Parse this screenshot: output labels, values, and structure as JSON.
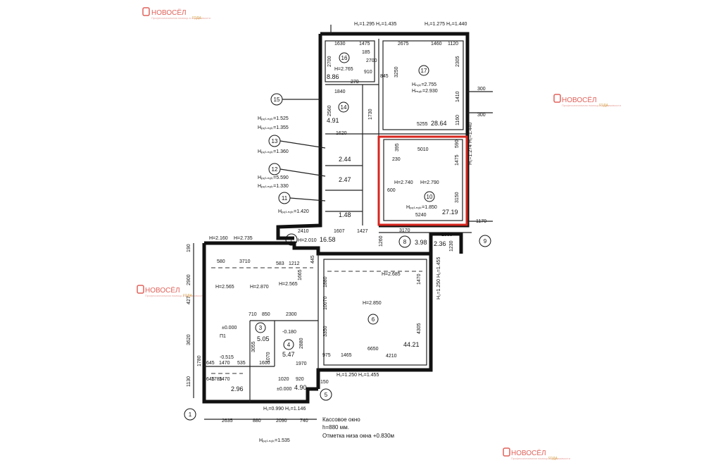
{
  "watermark": {
    "brand": "НОВОСЁЛ",
    "subtitle": "Профессиональная помощь в недвижимости",
    "year_tag": "ГОДА"
  },
  "axes": [
    "1",
    "5",
    "7",
    "8",
    "9",
    "11",
    "12",
    "13",
    "14",
    "15"
  ],
  "rooms": {
    "r3": "3",
    "r4": "4",
    "r6": "6",
    "r10": "10",
    "r16": "16",
    "r17": "17",
    "area3": "5.05",
    "area4": "5.47",
    "area6": "44.21",
    "area10": "27.19",
    "area17": "28.64",
    "area16": "8.86",
    "area14": "4.91",
    "area13": "2.44",
    "area12": "2.47",
    "area11": "1.48",
    "area7": "16.58",
    "area8": "3.98",
    "area9": "2.36",
    "area1": "2.96",
    "area5": "4.90"
  },
  "heights": {
    "top_left": "H₁=1.295 H₂=1.435",
    "top_right": "H₁=1.275 H₂=1.440",
    "r16": "H=2.765",
    "r17a": "Hₙₒₖ=2.755",
    "r17b": "Hₘₐₖ=2.930",
    "r10a": "H=2.740",
    "r10b": "H=2.790",
    "r10c": "Hₚₑₗ.ₙₒₖ=1.850",
    "right_win": "H₁=1.274 H₂=1.440",
    "h1525": "Hₚₑₗ.ₙₒₖ=1.525",
    "h1355": "Hₚₑₗ.ₙₒₖ=1.355",
    "h1360": "Hₚₑₗ.ₙₒₖ=1.360",
    "h5590": "Hₚₑₗ.ₙₒₖ=5.590",
    "h1330": "Hₚₑₗ.ₙₒₖ=1.330",
    "h1420": "Hₚₑₗ.ₙₒₖ=1.420",
    "h2160": "H=2.160",
    "h2735": "H=2.735",
    "h2010": "H=2.010",
    "h2565": "H=2.565",
    "h2870": "H=2.870",
    "h2565b": "H=2.565",
    "h2685": "H=2.685",
    "h2850": "H=2.850",
    "right6": "H₁=1.250 H₂=1.455",
    "bottom6": "H₁=1.250 H₂=1.455",
    "zero1": "±0.000",
    "zero2": "±0.000",
    "m0180": "-0.180",
    "m0515": "-0.515",
    "bottom_win": "H₁=0.990 H₂=1.146",
    "bottom_left": "Hₚₑₗ.ₙₒₖ=1.535",
    "p1": "П1"
  },
  "dims": {
    "d1630": "1630",
    "d1475": "1475",
    "d2675": "2675",
    "d1460": "1460",
    "d1120": "1120",
    "d185": "185",
    "d2700a": "2700",
    "d2700b": "2700",
    "d910": "910",
    "d270": "270",
    "d845": "845",
    "d3250": "3250",
    "d2305": "2305",
    "d1840": "1840",
    "d2560": "2560",
    "d1730": "1730",
    "d1620": "1620",
    "d5255": "5255",
    "d1410": "1410",
    "d1160": "1160",
    "d300a": "300",
    "d300b": "300",
    "d5010": "5010",
    "d395": "395",
    "d230": "230",
    "d1475b": "1475",
    "d590": "590",
    "d600": "600",
    "d3150": "3150",
    "d5240": "5240",
    "d1170": "1170",
    "d3170": "3170",
    "d1930": "1930",
    "d1230": "1230",
    "d2410": "2410",
    "d1607": "1607",
    "d1427": "1427",
    "d1260": "1260",
    "d190": "190",
    "d3710": "3710",
    "d580": "580",
    "d583": "583",
    "d1212": "1212",
    "d445": "445",
    "d1665": "1665",
    "d2900": "2900",
    "d427": "427",
    "d3620": "3620",
    "d1130": "1130",
    "d710": "710",
    "d850": "850",
    "d2300": "2300",
    "d1880": "1880",
    "d10070": "10070",
    "d3350": "3350",
    "d1470": "1470",
    "d4305": "4305",
    "d975": "975",
    "d1465": "1465",
    "d6650": "6650",
    "d4210": "4210",
    "d1785": "1785",
    "d1020": "1020",
    "d920": "920",
    "d150": "150",
    "d645": "645",
    "d1470b": "1470",
    "d535": "535",
    "d1470c": "1470",
    "d645b": "645",
    "d2635": "2635",
    "d880": "880",
    "d2090": "2090",
    "d740": "740",
    "d3055": "3055",
    "d1070": "1070",
    "d2880": "2880",
    "d1600": "1600",
    "d1970": "1970",
    "d1780": "1780"
  },
  "notes": {
    "cash_window": "Кассовое окно",
    "h_line": "h=880 мм.",
    "mark_line": "Отметка низа окна +0.830м"
  },
  "colors": {
    "highlight": "#d7261e",
    "watermark": "#e0625a",
    "accent_yellow": "#d8a850"
  }
}
